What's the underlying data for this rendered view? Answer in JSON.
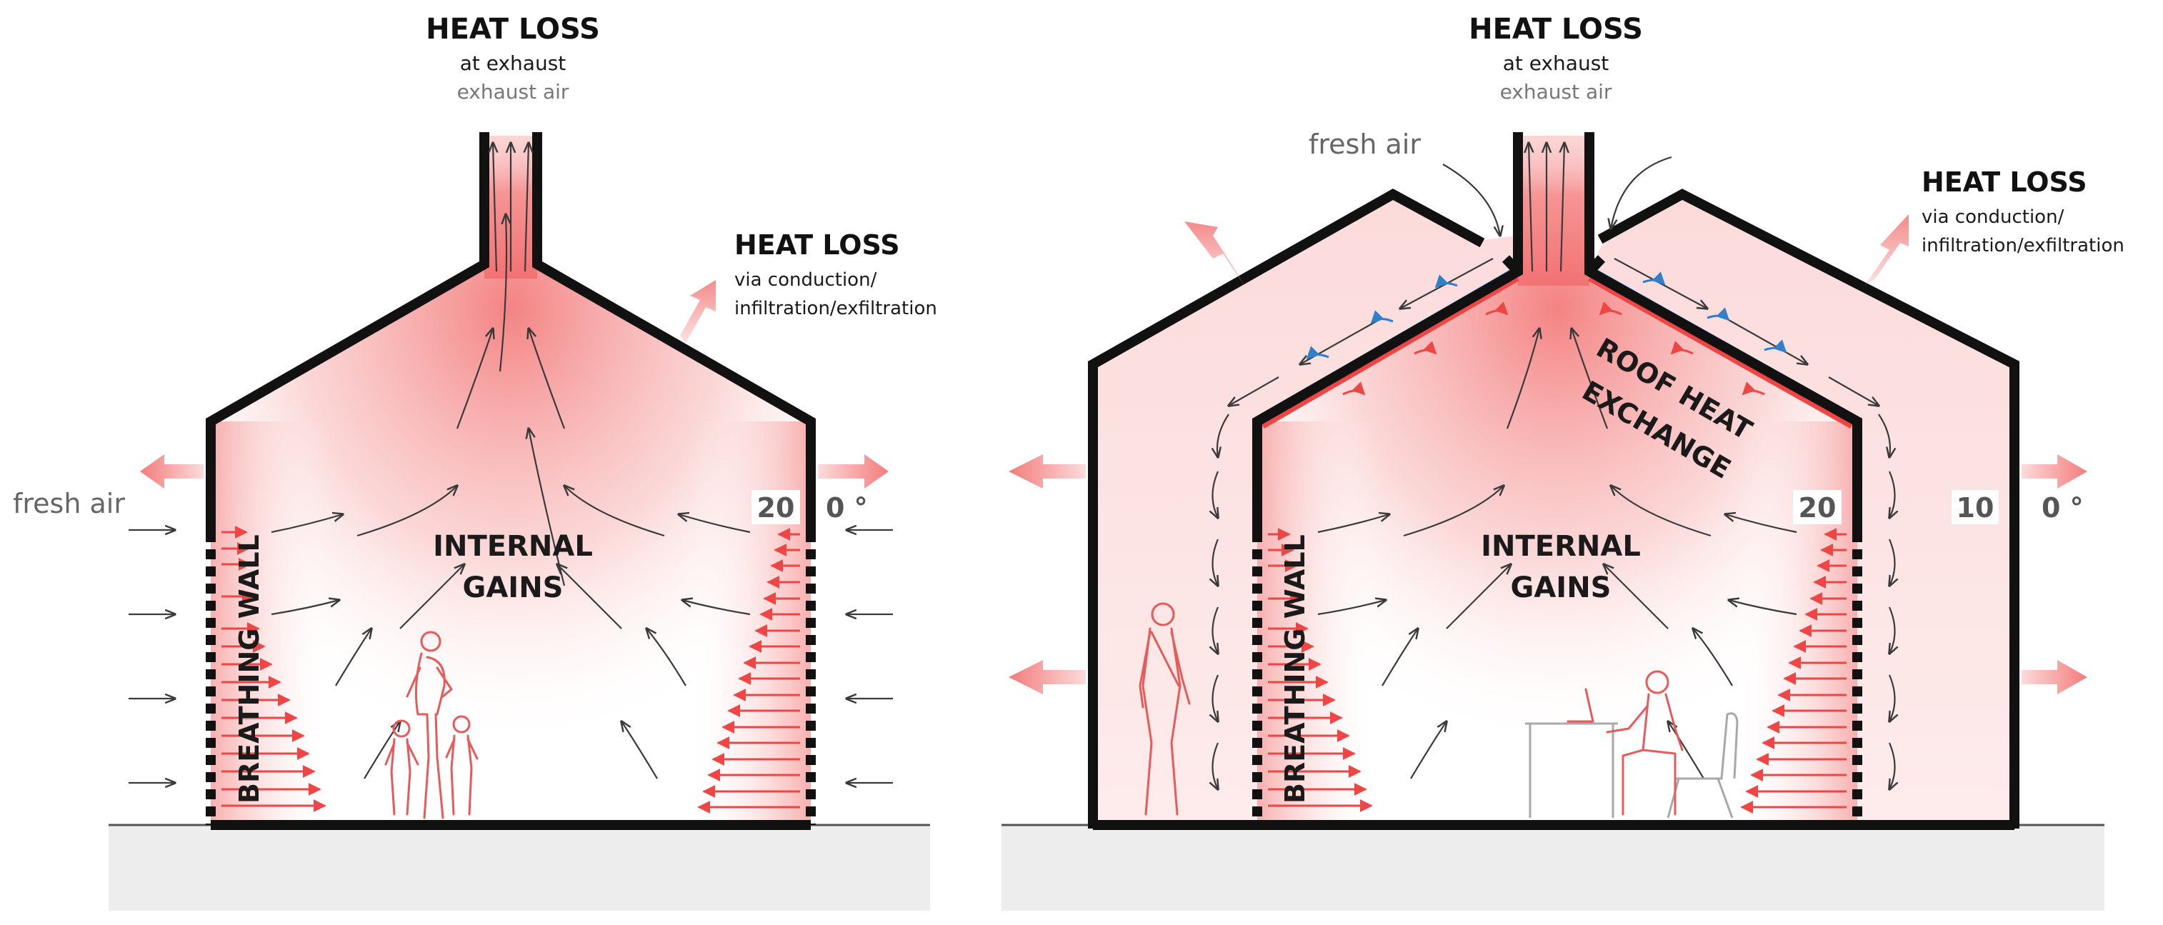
{
  "left": {
    "heat_loss_exhaust": {
      "title": "HEAT LOSS",
      "line1": "at exhaust",
      "line2": "exhaust air"
    },
    "heat_loss_conduction": {
      "title": "HEAT LOSS",
      "line1": "via conduction/",
      "line2": "infiltration/exfiltration"
    },
    "fresh_air": "fresh air",
    "temp_inside": "20",
    "temp_outside": "0 °",
    "internal_gains_1": "INTERNAL",
    "internal_gains_2": "GAINS",
    "breathing_wall": "BREATHING WALL"
  },
  "right": {
    "heat_loss_exhaust": {
      "title": "HEAT LOSS",
      "line1": "at exhaust",
      "line2": "exhaust air"
    },
    "heat_loss_conduction": {
      "title": "HEAT LOSS",
      "line1": "via conduction/",
      "line2": "infiltration/exfiltration"
    },
    "fresh_air": "fresh air",
    "temp_inside": "20",
    "temp_middle": "10",
    "temp_outside": "0 °",
    "internal_gains_1": "INTERNAL",
    "internal_gains_2": "GAINS",
    "breathing_wall": "BREATHING WALL",
    "roof_heat_1": "ROOF HEAT",
    "roof_heat_2": "EXCHANGE"
  },
  "colors": {
    "wall": "#111111",
    "warm": "#f05a5a",
    "cool": "#2f80c9",
    "ground": "#ededed"
  }
}
